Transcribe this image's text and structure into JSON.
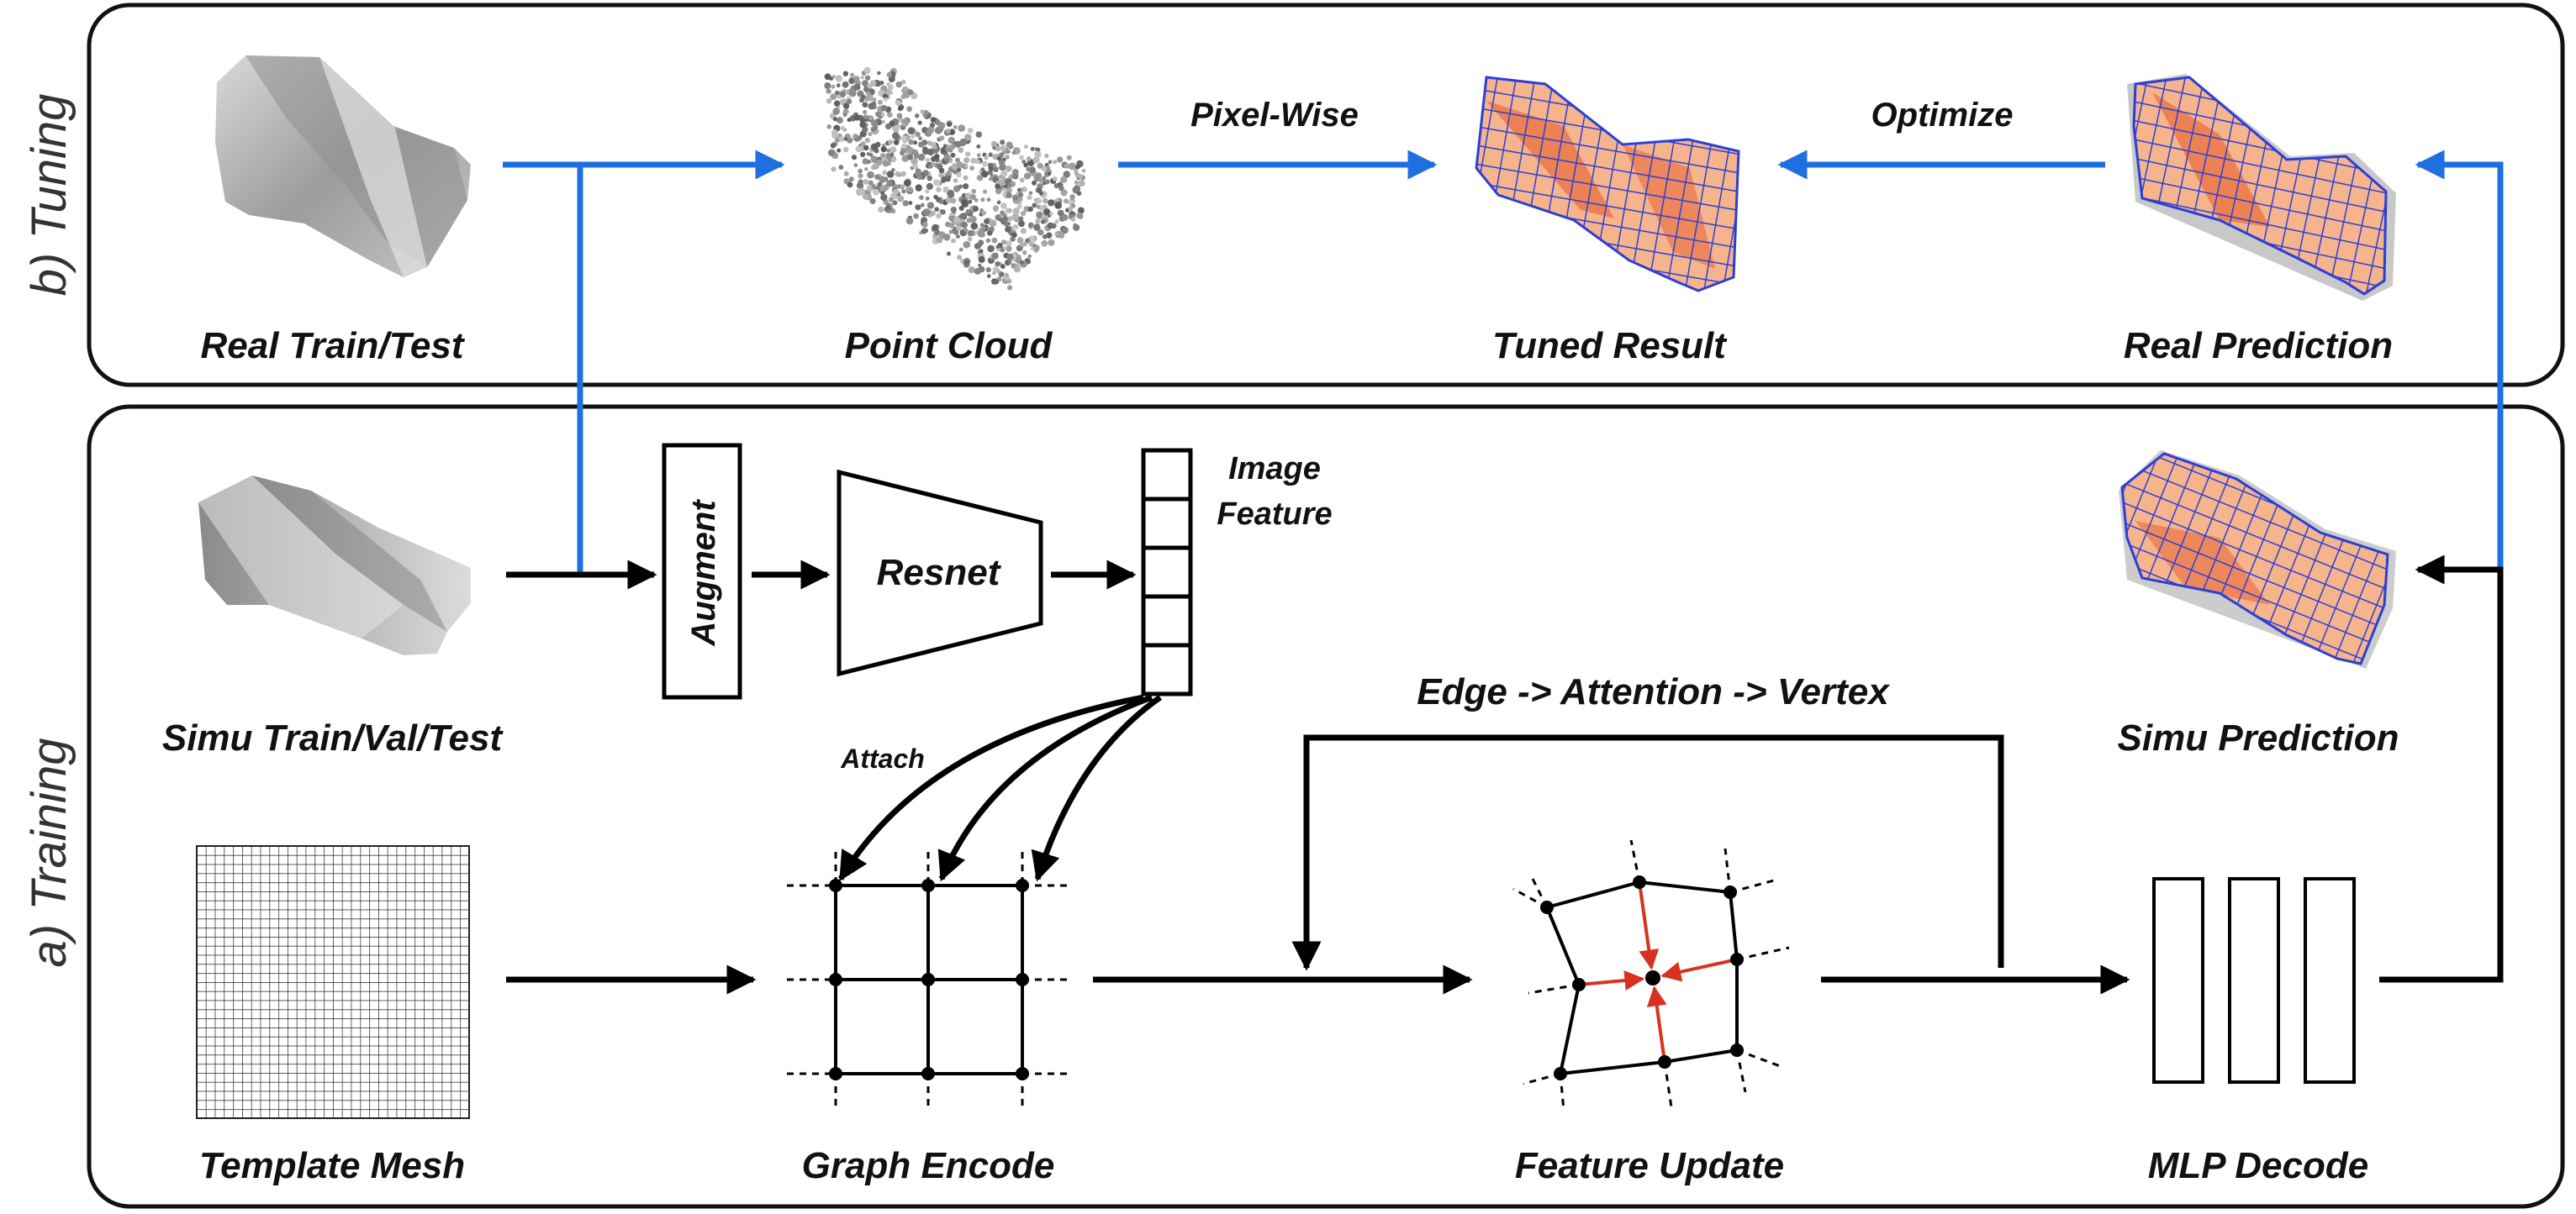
{
  "sections": {
    "tuning": "b) Tuning",
    "training": "a) Training"
  },
  "labels": {
    "real_train_test": "Real Train/Test",
    "point_cloud": "Point Cloud",
    "tuned_result": "Tuned Result",
    "real_prediction": "Real Prediction",
    "simu_train_val_test": "Simu Train/Val/Test",
    "simu_prediction": "Simu Prediction",
    "template_mesh": "Template Mesh",
    "graph_encode": "Graph Encode",
    "feature_update": "Feature Update",
    "mlp_decode": "MLP Decode",
    "pixel_wise": "Pixel-Wise",
    "optimize": "Optimize",
    "augment": "Augment",
    "resnet": "Resnet",
    "image_feature_1": "Image",
    "image_feature_2": "Feature",
    "attach": "Attach",
    "edge_attention_vertex": "Edge -> Attention -> Vertex"
  },
  "colors": {
    "blue_arrow": "#1f6fe0",
    "black_arrow": "#000000",
    "mesh_blue": "#2b3fd6",
    "mesh_orange": "#f08a4b",
    "update_red": "#d8311f",
    "panel_border": "#111111",
    "cloth_gray": "#b5b5b5"
  }
}
